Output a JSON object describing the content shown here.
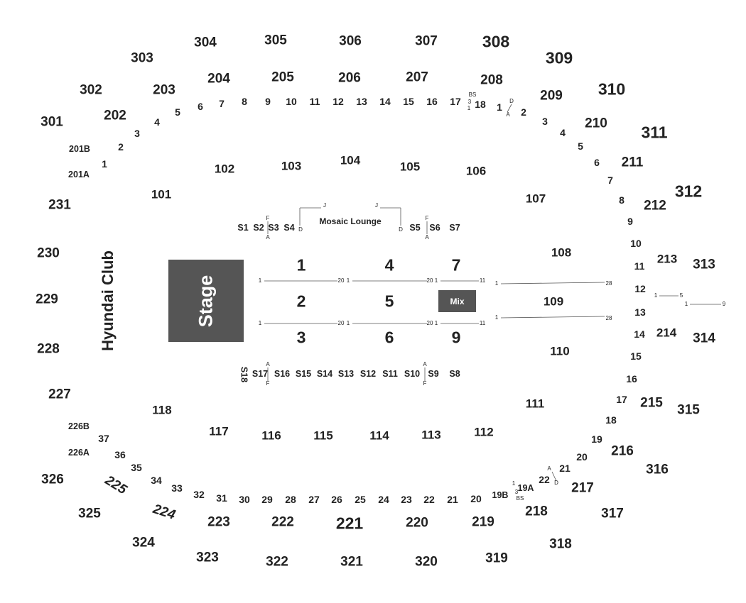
{
  "venue": {
    "stage_label": "Stage",
    "mix_label": "Mix",
    "club_label": "Hyundai Club",
    "lounge_label": "Mosaic Lounge"
  },
  "colors": {
    "stage_fill": "#555555",
    "mix_fill": "#555555",
    "text": "#222222"
  },
  "sections_300": [
    "301",
    "302",
    "303",
    "304",
    "305",
    "306",
    "307",
    "308",
    "309",
    "310",
    "311",
    "312",
    "313",
    "314",
    "315",
    "316",
    "317",
    "318",
    "319",
    "320",
    "321",
    "322",
    "323",
    "324",
    "325",
    "326"
  ],
  "sections_200": [
    "201A",
    "201B",
    "202",
    "203",
    "204",
    "205",
    "206",
    "207",
    "208",
    "209",
    "210",
    "211",
    "212",
    "213",
    "214",
    "215",
    "216",
    "217",
    "218",
    "219",
    "220",
    "221",
    "222",
    "223",
    "224",
    "225",
    "226A",
    "226B",
    "227",
    "228",
    "229",
    "230",
    "231"
  ],
  "sections_100": [
    "101",
    "102",
    "103",
    "104",
    "105",
    "106",
    "107",
    "108",
    "109",
    "110",
    "111",
    "112",
    "113",
    "114",
    "115",
    "116",
    "117",
    "118"
  ],
  "floor_sections": [
    "1",
    "2",
    "3",
    "4",
    "5",
    "6",
    "7",
    "9"
  ],
  "suites": [
    "S1",
    "S2",
    "S3",
    "S4",
    "S5",
    "S6",
    "S7",
    "S8",
    "S9",
    "S10",
    "S11",
    "S12",
    "S13",
    "S14",
    "S15",
    "S16",
    "S17",
    "S18"
  ],
  "boxes_upper": [
    "1",
    "2",
    "3",
    "4",
    "5",
    "6",
    "7",
    "8",
    "9",
    "10",
    "11",
    "12",
    "13",
    "14",
    "15",
    "16",
    "17",
    "18",
    "1",
    "2",
    "3",
    "4",
    "5",
    "6",
    "7",
    "8",
    "9",
    "10",
    "11",
    "12",
    "13",
    "14",
    "15",
    "16",
    "17",
    "18",
    "19",
    "20",
    "21",
    "22"
  ],
  "boxes_lower": [
    "19A",
    "19B",
    "20",
    "21",
    "22",
    "23",
    "24",
    "25",
    "26",
    "27",
    "28",
    "29",
    "30",
    "31",
    "32",
    "33",
    "34",
    "35",
    "36",
    "37"
  ],
  "row_markers": [
    "1",
    "20",
    "1",
    "20",
    "1",
    "11",
    "1",
    "20",
    "1",
    "20",
    "1",
    "11",
    "1",
    "28",
    "1",
    "28",
    "1",
    "5",
    "1",
    "9",
    "A",
    "F",
    "A",
    "F",
    "J",
    "J",
    "D",
    "D",
    "A",
    "F",
    "A",
    "F",
    "A",
    "D",
    "A",
    "D",
    "BS",
    "3",
    "1",
    "1",
    "3",
    "BS"
  ]
}
